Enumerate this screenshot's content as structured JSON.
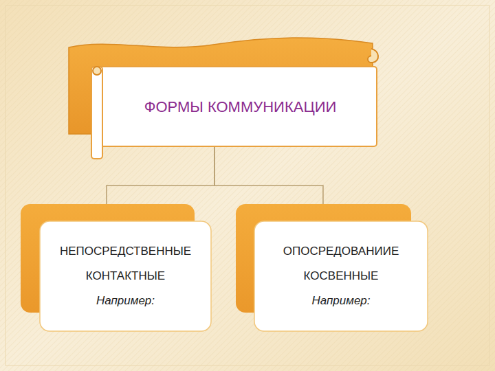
{
  "diagram": {
    "nodes": [
      {
        "text": [
          "ФОРМЫ КОММУНИКАЦИИ"
        ]
      },
      {
        "text": [
          "НЕПОСРЕДСТВЕННЫЕ",
          "КОНТАКТНЫЕ",
          "Например:"
        ]
      },
      {
        "text": [
          "ОПОСРЕДОВАНИИЕ",
          "КОСВЕННЫЕ",
          "Например:"
        ]
      }
    ],
    "edges": [
      {
        "from": 0,
        "to": 1,
        "arrow": "none"
      },
      {
        "from": 0,
        "to": 2,
        "arrow": "none"
      }
    ]
  }
}
